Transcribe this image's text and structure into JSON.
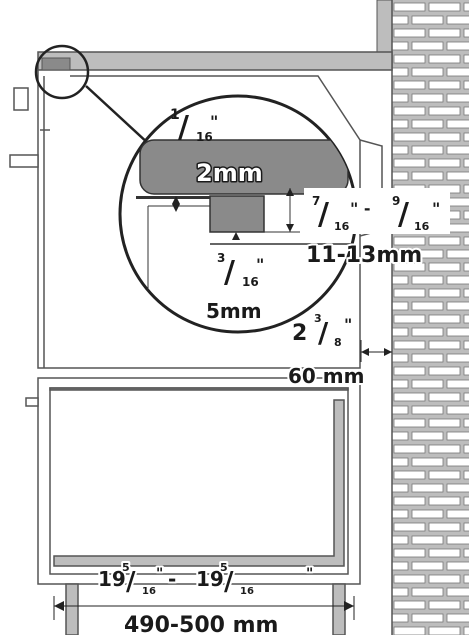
{
  "wall": {
    "mortar_color": "#bdbdbd",
    "brick_color": "#ffffff",
    "outline_color": "#555555"
  },
  "detail": {
    "top_gap_frac": {
      "num": "1",
      "den": "16",
      "unit": "\""
    },
    "top_gap_mm": "2mm",
    "bottom_gap_frac": {
      "num": "3",
      "den": "16",
      "unit": "\""
    },
    "bottom_gap_mm": "5mm",
    "range_frac": {
      "a_num": "7",
      "a_den": "16",
      "sep": "\" - ",
      "b_num": "9",
      "b_den": "16",
      "unit": "\""
    },
    "range_mm": "11-13mm"
  },
  "side_gap": {
    "whole": "2",
    "num": "3",
    "den": "8",
    "unit": "\"",
    "mm": "60 mm"
  },
  "width": {
    "frac_a": {
      "whole": "19",
      "num": "5",
      "den": "16",
      "unit": "\""
    },
    "sep": "- ",
    "frac_b": {
      "whole": "19",
      "num": "5",
      "den": "16",
      "unit": "\""
    },
    "mm": "490-500 mm"
  }
}
